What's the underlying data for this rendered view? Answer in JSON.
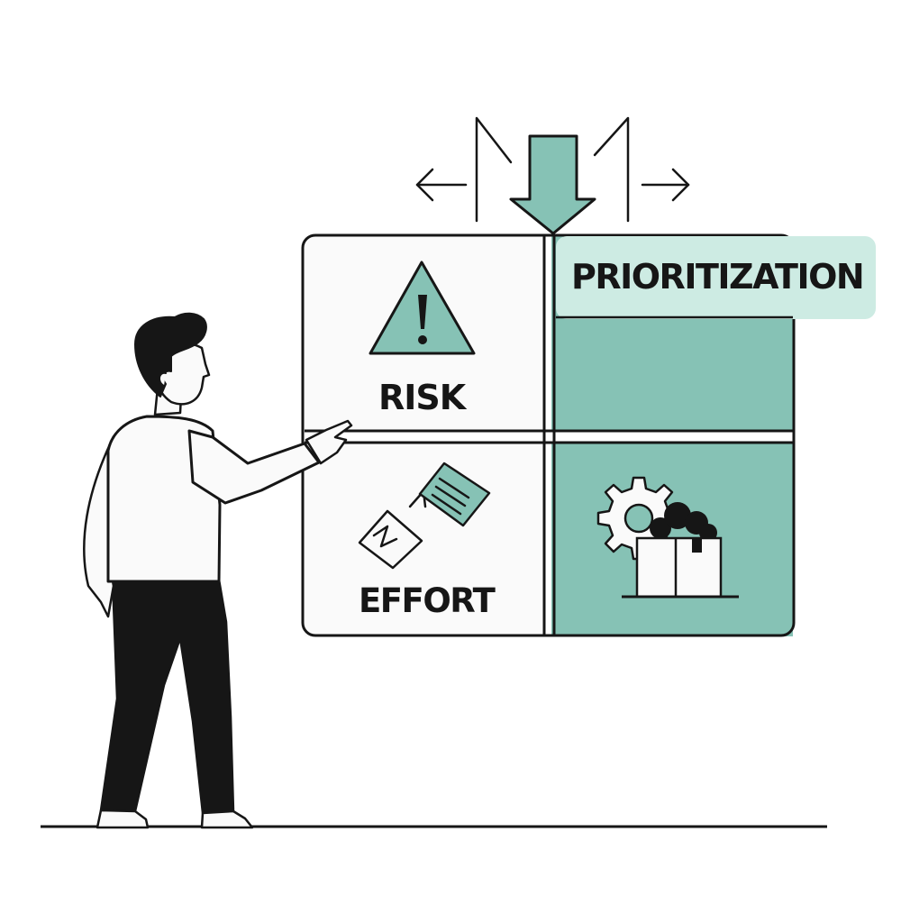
{
  "labels": {
    "risk": "RISK",
    "effort": "EFFORT",
    "prioritization": "PRIORITIZATION"
  },
  "colors": {
    "ink": "#161616",
    "teal": "#86C2B5",
    "teal_light": "#CDEBE3",
    "panel_fill": "#FAFAFA"
  },
  "icons": [
    "warning-triangle-icon",
    "broken-document-icon",
    "gear-icon",
    "box-icon",
    "down-arrow-icon",
    "left-arrow-icon",
    "right-arrow-icon"
  ]
}
